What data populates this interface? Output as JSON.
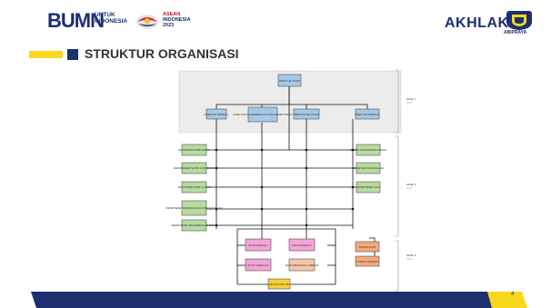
{
  "header": {
    "bumn_logo_text": "BUMN",
    "bumn_tagline_line1": "UNTUK",
    "bumn_tagline_line2": "INDONESIA",
    "asean_line1": "ASEAN",
    "asean_line2": "INDONESIA",
    "asean_line3": "2023",
    "akhlak_logo_text": "AKHLAK",
    "abipraya_label": "ABIPRAYA"
  },
  "slide": {
    "title": "STRUKTUR ORGANISASI",
    "page_number": "4"
  },
  "colors": {
    "navy": "#1d2f6f",
    "yellow": "#f9d71c",
    "director_box": "#a6c8e8",
    "department_box": "#b7dba0",
    "unit_box": "#f3a5d6",
    "project_box": "#f7c6a8",
    "commission_box": "#f4a97a",
    "assistant_box": "#f7cf3a"
  },
  "org_chart": {
    "president_director": "DIREKTUR UTAMA",
    "directors": [
      "DIREKTUR OPERASI I",
      "DIREKTUR PENGEMBANGAN & MANAJEMEN RISIKO",
      "DIREKTUR KEUANGAN",
      "DIREKTUR OPERASI II"
    ],
    "left_departments": [
      "DEPARTEMEN PEMASARAN",
      "DEPARTEMEN TEKNIK & PRODUKSI",
      "DEPARTEMEN SDM & UMUM",
      "DEPARTEMEN PERENCANAAN & PENGENDALIAN",
      "DEPARTEMEN PENGEMBANGAN BISNIS"
    ],
    "right_departments": [
      "SATUAN PENGAWASAN INTERN",
      "SEKRETARIS PERUSAHAAN",
      "DEPARTEMEN K3LH"
    ],
    "divisions": [
      "DIVISI OPERASI I",
      "DIVISI OPERASI II",
      "DIVISI OPERASI III",
      "DIVISI PENUNJANG OPERASI"
    ],
    "projects": [
      "PROYEK-PROYEK"
    ],
    "committees": [
      "KOMITE AUDIT",
      "KOMITE NOMINASI"
    ],
    "bracket_labels": [
      "LEVEL 1",
      "LEVEL 2",
      "LEVEL 3"
    ]
  }
}
